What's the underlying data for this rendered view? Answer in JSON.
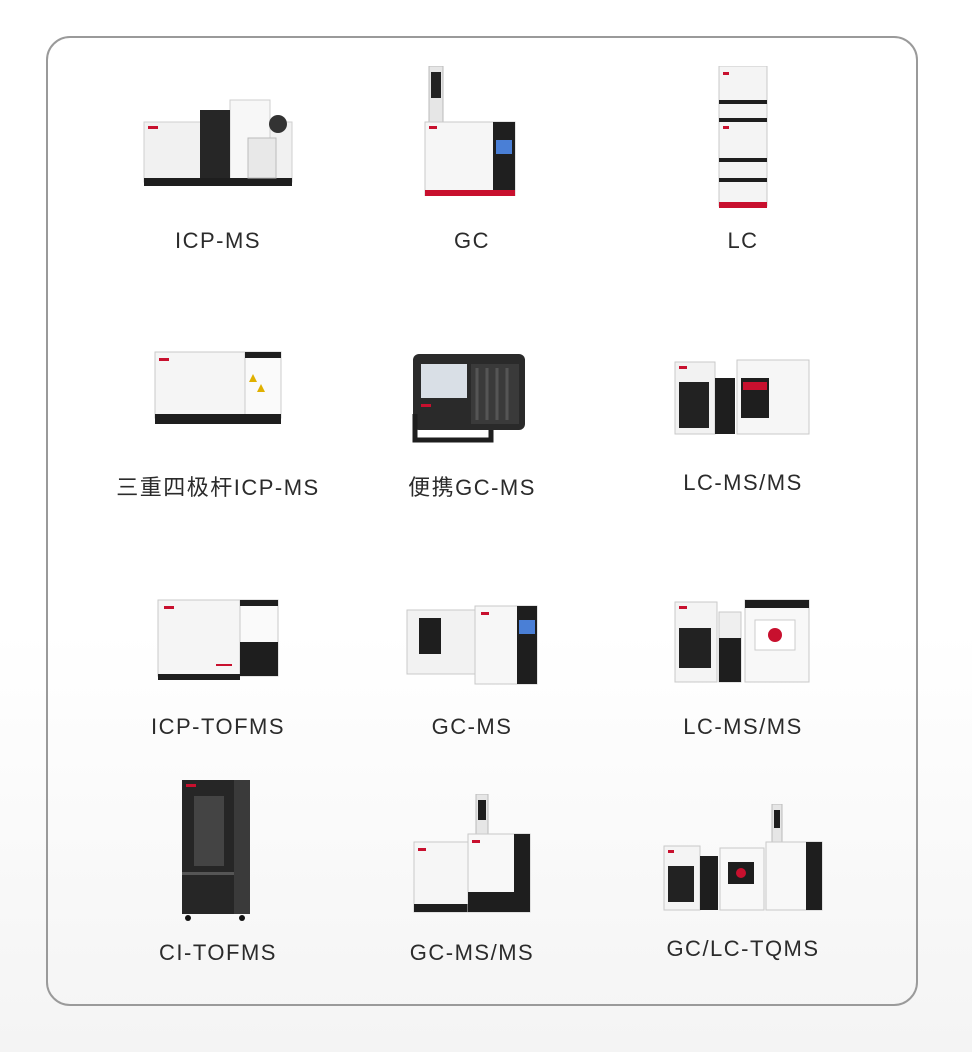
{
  "products": [
    {
      "id": "icp-ms",
      "label": "ICP-MS",
      "icon": "icp-ms-instrument-icon"
    },
    {
      "id": "gc",
      "label": "GC",
      "icon": "gc-instrument-icon"
    },
    {
      "id": "lc",
      "label": "LC",
      "icon": "lc-instrument-icon"
    },
    {
      "id": "triple-quad-icp-ms",
      "label": "三重四极杆ICP-MS",
      "icon": "triple-quad-icp-ms-instrument-icon"
    },
    {
      "id": "portable-gc-ms",
      "label": "便携GC-MS",
      "icon": "portable-gc-ms-instrument-icon"
    },
    {
      "id": "lc-ms-ms-1",
      "label": "LC-MS/MS",
      "icon": "lc-ms-ms-instrument-icon"
    },
    {
      "id": "icp-tofms",
      "label": "ICP-TOFMS",
      "icon": "icp-tofms-instrument-icon"
    },
    {
      "id": "gc-ms",
      "label": "GC-MS",
      "icon": "gc-ms-instrument-icon"
    },
    {
      "id": "lc-ms-ms-2",
      "label": "LC-MS/MS",
      "icon": "lc-ms-ms-instrument-icon"
    },
    {
      "id": "ci-tofms",
      "label": "CI-TOFMS",
      "icon": "ci-tofms-instrument-icon"
    },
    {
      "id": "gc-ms-ms",
      "label": "GC-MS/MS",
      "icon": "gc-ms-ms-instrument-icon"
    },
    {
      "id": "gc-lc-tqms",
      "label": "GC/LC-TQMS",
      "icon": "gc-lc-tqms-instrument-icon"
    }
  ],
  "colors": {
    "border": "#9a9a9a",
    "brand_red": "#c8102e",
    "text": "#2b2b2b",
    "dark": "#1e1e1e"
  }
}
